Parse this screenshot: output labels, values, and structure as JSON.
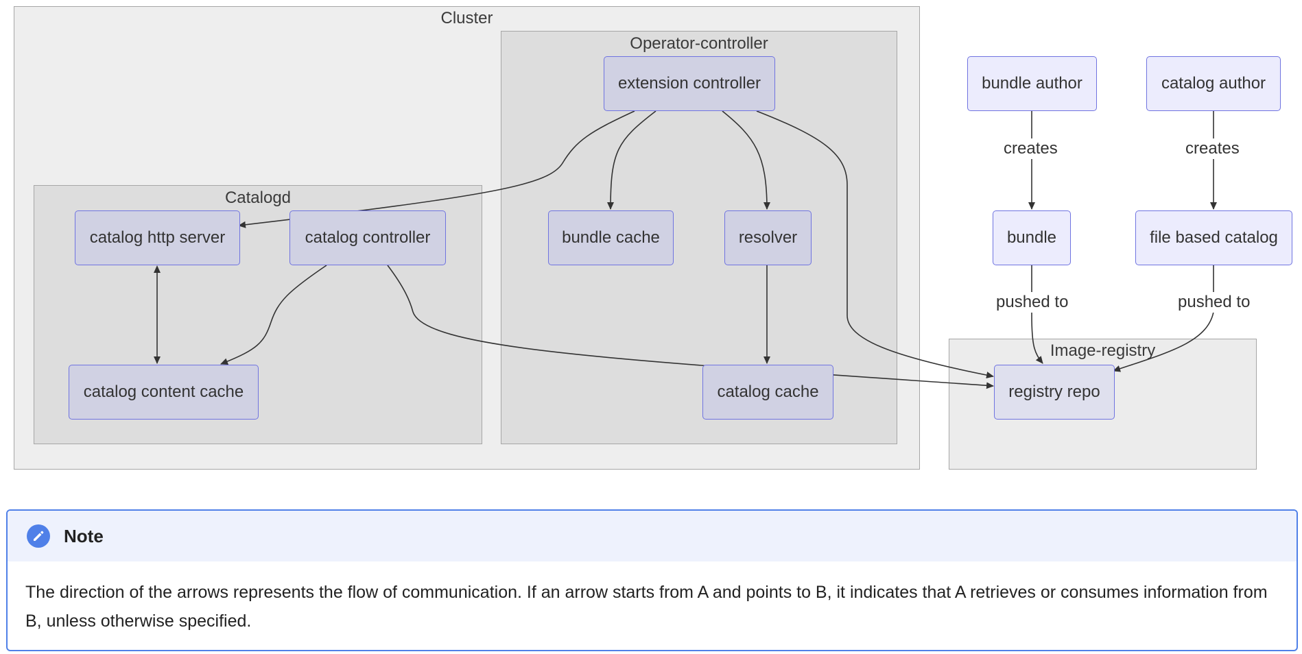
{
  "groups": {
    "cluster": "Cluster",
    "operator_controller": "Operator-controller",
    "catalogd": "Catalogd",
    "image_registry": "Image-registry"
  },
  "nodes": {
    "extension_controller": "extension controller",
    "bundle_cache": "bundle cache",
    "resolver": "resolver",
    "catalog_cache": "catalog cache",
    "catalog_http_server": "catalog http server",
    "catalog_controller": "catalog controller",
    "catalog_content_cache": "catalog content cache",
    "bundle_author": "bundle author",
    "catalog_author": "catalog author",
    "bundle": "bundle",
    "file_based_catalog": "file based catalog",
    "registry_repo": "registry repo"
  },
  "edge_labels": {
    "bundle_author_creates": "creates",
    "catalog_author_creates": "creates",
    "bundle_pushed_to": "pushed to",
    "fbc_pushed_to": "pushed to"
  },
  "note": {
    "icon": "pencil-icon",
    "title": "Note",
    "body": "The direction of the arrows represents the flow of communication. If an arrow starts from A and points to B, it indicates that A retrieves or consumes information from B, unless otherwise specified."
  },
  "colors": {
    "node_border": "#6f73e0",
    "note_accent": "#4f80e8",
    "edge": "#333333"
  }
}
